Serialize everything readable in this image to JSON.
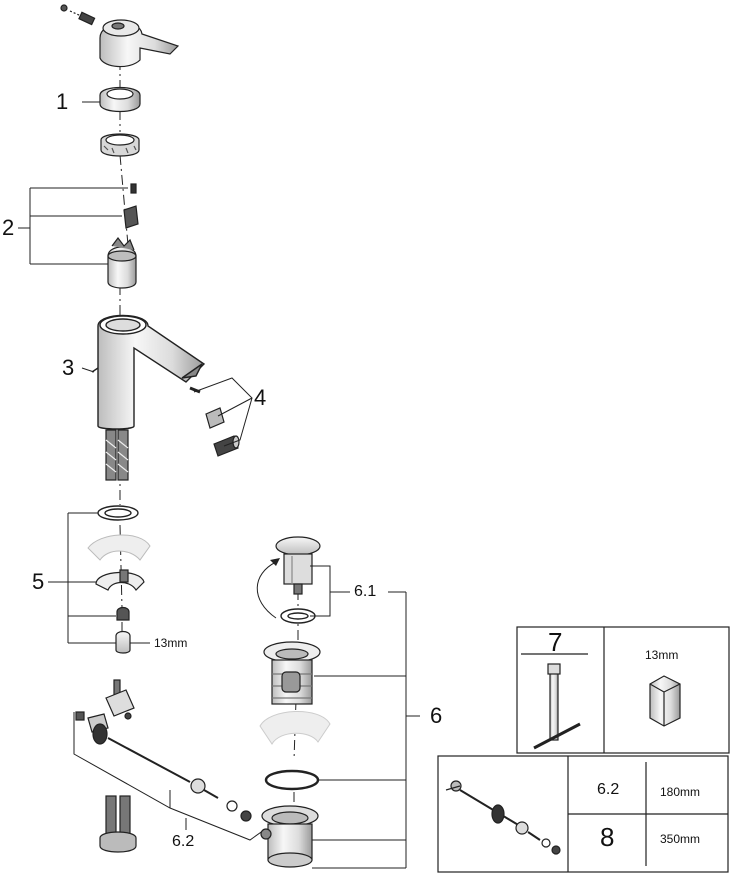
{
  "callouts": {
    "c1": "1",
    "c2": "2",
    "c3": "3",
    "c4": "4",
    "c5": "5",
    "c6": "6",
    "c6_1": "6.1",
    "c6_2": "6.2"
  },
  "dimensions": {
    "nut_size": "13mm"
  },
  "tools_box": {
    "item_number": "7",
    "wrench_size": "13mm"
  },
  "rod_table": {
    "rows": [
      {
        "part": "6.2",
        "length": "180mm"
      },
      {
        "part": "8",
        "length": "350mm"
      }
    ]
  },
  "colors": {
    "line": "#222222",
    "fill_light": "#f2f2f2",
    "fill_mid": "#d9d9d9",
    "fill_dark": "#9a9a9a",
    "ghost": "#e6e6e6"
  }
}
